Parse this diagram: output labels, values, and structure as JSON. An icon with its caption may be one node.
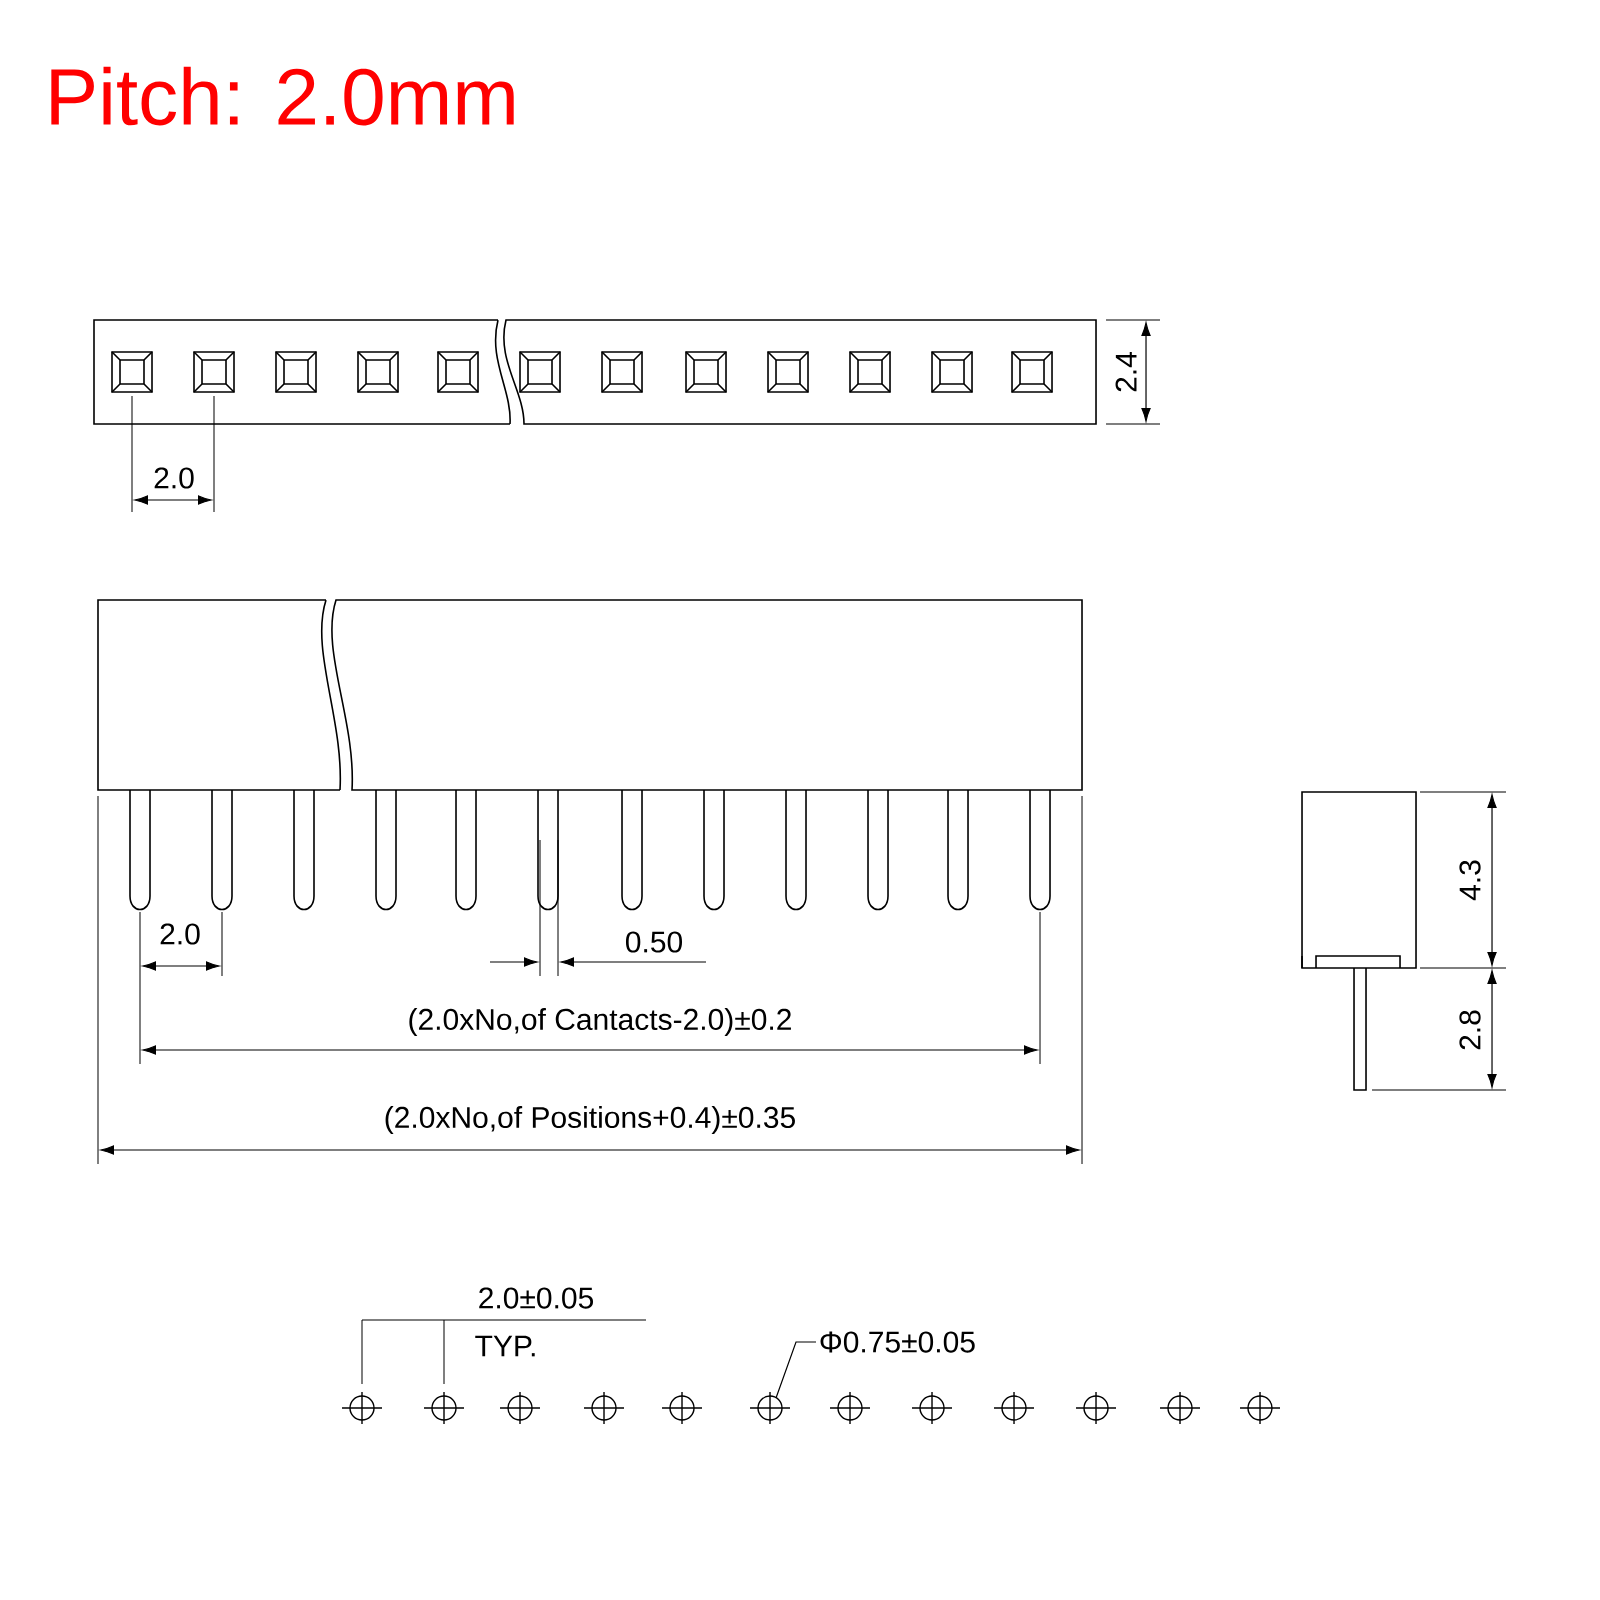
{
  "diagram": {
    "title": "Pitch: 2.0mm",
    "nodes": [
      {
        "text": [
          "Φ0.75±0.05"
        ]
      },
      {
        "text": [],
        "shape": "circle"
      }
    ],
    "edges": [
      {
        "from": 0,
        "to": 1,
        "arrow": "none"
      }
    ],
    "labels": [
      "2.4",
      "2.0",
      "4.3",
      "2.0",
      "0.50",
      "(2.0xNo,of Cantacts-2.0)±0.2",
      "2.8",
      "(2.0xNo,of Positions+0.4)±0.35",
      "2.0±0.05",
      "TYP."
    ]
  }
}
